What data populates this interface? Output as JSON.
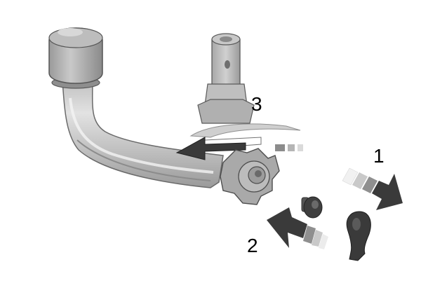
{
  "steps": [
    {
      "label": "1",
      "description_icon": "arrow-pull-out-right"
    },
    {
      "label": "2",
      "description_icon": "arrow-pull-out-left"
    },
    {
      "label": "3",
      "description_icon": "arrow-rotate"
    }
  ],
  "colors": {
    "metal_light": "#d2d2d2",
    "metal_mid": "#b4b4b4",
    "metal_dark": "#7a7a7a",
    "cap_dark": "#5a5a5a",
    "arrow_dark": "#3a3a3a",
    "outline": "#505050"
  },
  "icons": [
    "tow-bar",
    "ball-head-cap",
    "locking-wheel",
    "key",
    "release-knob"
  ]
}
